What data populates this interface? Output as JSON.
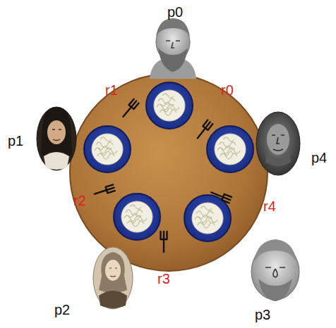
{
  "diagram": {
    "labels": [
      "p0",
      "r1",
      "r0",
      "p1",
      "p4",
      "r2",
      "r4",
      "r3",
      "p2",
      "p3"
    ]
  }
}
